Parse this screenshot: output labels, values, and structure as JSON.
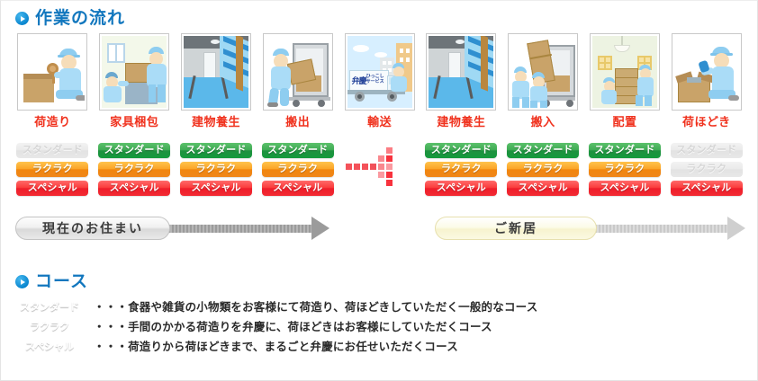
{
  "sections": {
    "flow": {
      "title": "作業の流れ",
      "bullet_icon": "play-circle-icon"
    },
    "course": {
      "title": "コース",
      "bullet_icon": "play-circle-icon"
    }
  },
  "flow_steps": [
    {
      "label": "荷造り",
      "image": "packing-worker-taping-box",
      "badges": [
        {
          "label": "スタンダード",
          "state": "disabled"
        },
        {
          "label": "ラクラク",
          "state": "rakuraku"
        },
        {
          "label": "スペシャル",
          "state": "special"
        }
      ]
    },
    {
      "label": "家具梱包",
      "image": "two-workers-wrapping-furniture",
      "badges": [
        {
          "label": "スタンダード",
          "state": "standard"
        },
        {
          "label": "ラクラク",
          "state": "rakuraku"
        },
        {
          "label": "スペシャル",
          "state": "special"
        }
      ]
    },
    {
      "label": "建物養生",
      "image": "hallway-stairs-protection-sheets",
      "badges": [
        {
          "label": "スタンダード",
          "state": "standard"
        },
        {
          "label": "ラクラク",
          "state": "rakuraku"
        },
        {
          "label": "スペシャル",
          "state": "special"
        }
      ]
    },
    {
      "label": "搬出",
      "image": "worker-loading-box-into-truck",
      "badges": [
        {
          "label": "スタンダード",
          "state": "standard"
        },
        {
          "label": "ラクラク",
          "state": "rakuraku"
        },
        {
          "label": "スペシャル",
          "state": "special"
        }
      ]
    },
    {
      "label": "輸送",
      "image": "moving-truck-in-town",
      "badges": []
    },
    {
      "label": "建物養生",
      "image": "hallway-stairs-protection-sheets",
      "badges": [
        {
          "label": "スタンダード",
          "state": "standard"
        },
        {
          "label": "ラクラク",
          "state": "rakuraku"
        },
        {
          "label": "スペシャル",
          "state": "special"
        }
      ]
    },
    {
      "label": "搬入",
      "image": "two-workers-carrying-furniture-in",
      "badges": [
        {
          "label": "スタンダード",
          "state": "standard"
        },
        {
          "label": "ラクラク",
          "state": "rakuraku"
        },
        {
          "label": "スペシャル",
          "state": "special"
        }
      ]
    },
    {
      "label": "配置",
      "image": "workers-placing-chest-in-room",
      "badges": [
        {
          "label": "スタンダード",
          "state": "standard"
        },
        {
          "label": "ラクラク",
          "state": "rakuraku"
        },
        {
          "label": "スペシャル",
          "state": "special"
        }
      ]
    },
    {
      "label": "荷ほどき",
      "image": "worker-unpacking-box",
      "badges": [
        {
          "label": "スタンダード",
          "state": "disabled"
        },
        {
          "label": "ラクラク",
          "state": "disabled"
        },
        {
          "label": "スペシャル",
          "state": "special"
        }
      ]
    }
  ],
  "transport_divider": {
    "icon": "pixel-arrow-right-icon",
    "color": "#f4525a"
  },
  "progress_bars": [
    {
      "label": "現在のお住まい",
      "style": "grey"
    },
    {
      "label": "ご新居",
      "style": "cream"
    }
  ],
  "courses": [
    {
      "badge": "スタンダード",
      "state": "standard",
      "desc": "・・・食器や雑貨の小物類をお客様にて荷造り、荷ほどきしていただく一般的なコース"
    },
    {
      "badge": "ラクラク",
      "state": "rakuraku",
      "desc": "・・・手間のかかる荷造りを弁慶に、荷ほどきはお客様にしていただくコース"
    },
    {
      "badge": "スペシャル",
      "state": "special",
      "desc": "・・・荷造りから荷ほどきまで、まるごと弁慶にお任せいただくコース"
    }
  ],
  "truck": {
    "brand": "弁慶",
    "sub_line1": "ひっこし",
    "sub_line2": "サービス"
  },
  "colors": {
    "heading": "#1277be",
    "step_label": "#f0321e",
    "standard": "#1f9140",
    "rakuraku": "#f1860e",
    "special": "#ee1d2a",
    "disabled": "#d6d6d6"
  }
}
